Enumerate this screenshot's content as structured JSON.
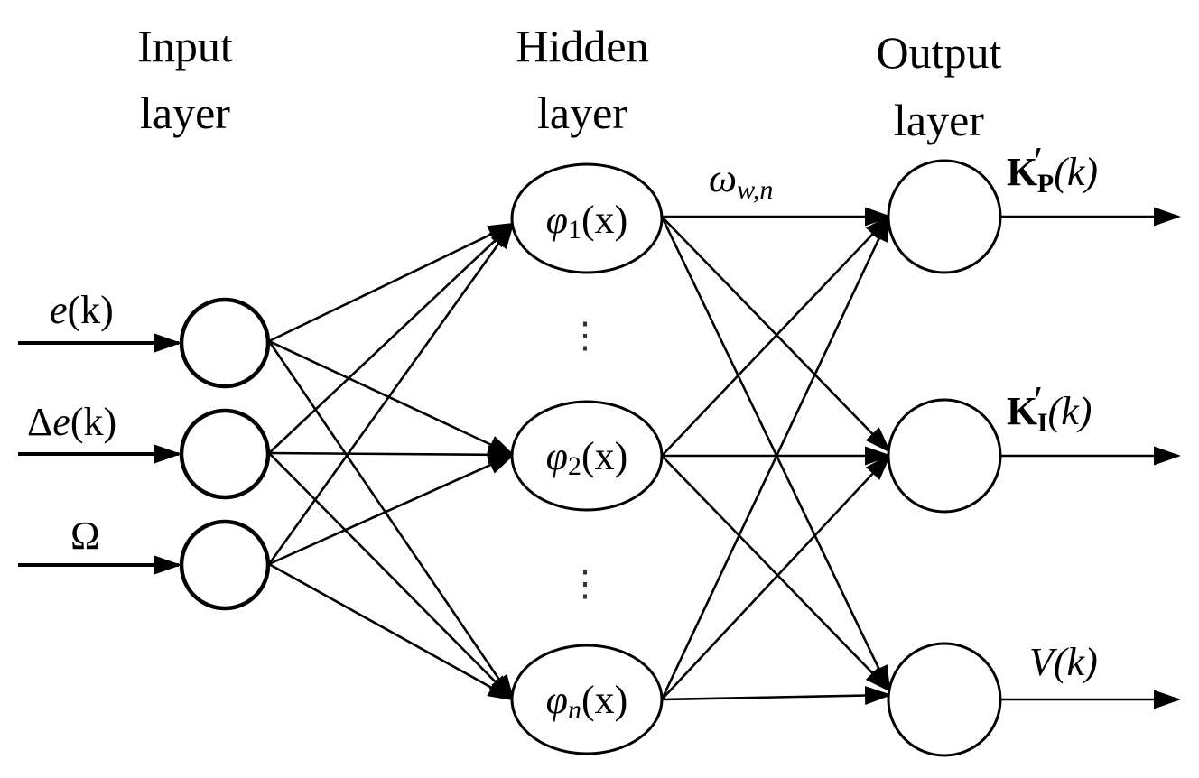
{
  "layers": {
    "input": {
      "title_line1": "Input",
      "title_line2": "layer"
    },
    "hidden": {
      "title_line1": "Hidden",
      "title_line2": "layer"
    },
    "output": {
      "title_line1": "Output",
      "title_line2": "layer"
    }
  },
  "inputs": [
    {
      "prefix": "",
      "symbol": "e",
      "arg": "(k)"
    },
    {
      "prefix": "Δ",
      "symbol": "e",
      "arg": "(k)"
    },
    {
      "prefix": "",
      "symbol": "Ω",
      "arg": ""
    }
  ],
  "hidden_nodes": [
    {
      "symbol": "φ",
      "subscript": "1",
      "arg": "(x)"
    },
    {
      "symbol": "φ",
      "subscript": "2",
      "arg": "(x)"
    },
    {
      "symbol": "φ",
      "subscript": "n",
      "arg": "(x)"
    }
  ],
  "hidden_ellipsis": [
    "⋮",
    "⋮"
  ],
  "weight_label": {
    "symbol": "ω",
    "subscript": "w,n"
  },
  "outputs": [
    {
      "symbol": "K",
      "prime": "′",
      "subscript": "P",
      "arg": "(k)",
      "style": "bold"
    },
    {
      "symbol": "K",
      "prime": "′",
      "subscript": "I",
      "arg": "(k)",
      "style": "bold"
    },
    {
      "symbol": "V",
      "prime": "",
      "subscript": "",
      "arg": "(k)",
      "style": "italic"
    }
  ],
  "colors": {
    "stroke": "#000000",
    "background": "#ffffff"
  }
}
